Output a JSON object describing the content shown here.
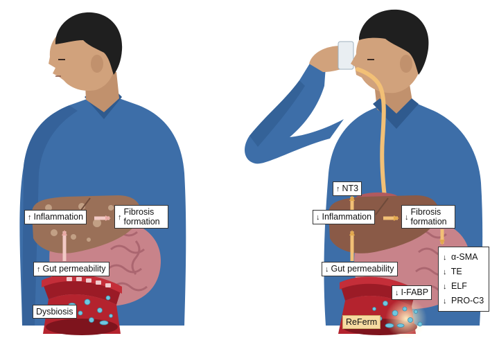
{
  "colors": {
    "skin": "#d1a27c",
    "skin_shade": "#b98a66",
    "hair": "#1f1f1f",
    "shirt": "#3d6ea8",
    "shirt_shade": "#2f5a8e",
    "liver": "#8a5a47",
    "liver_fibrotic": "#b9987f",
    "intestine": "#c8838a",
    "vessel": "#b4232e",
    "bacteria": "#6fc7e0",
    "arrow_left": "#f2c9c5",
    "arrow_right": "#f2c076",
    "drink_tube": "#f2c076",
    "referm_label": "#f7dba2"
  },
  "left_panel": {
    "inflammation": {
      "arrow": "↑",
      "text": "Inflammation"
    },
    "fibrosis": {
      "arrow": "↑",
      "line1": "Fibrosis",
      "line2": "formation"
    },
    "gut_permeability": {
      "arrow": "↑",
      "text": "Gut permeability"
    },
    "dysbiosis": {
      "text": "Dysbiosis"
    }
  },
  "right_panel": {
    "nt3": {
      "arrow": "↑",
      "text": "NT3"
    },
    "inflammation": {
      "arrow": "↓",
      "text": "Inflammation"
    },
    "fibrosis": {
      "arrow": "↓",
      "line1": "Fibrosis",
      "line2": "formation"
    },
    "gut_permeability": {
      "arrow": "↓",
      "text": "Gut permeability"
    },
    "ifabp": {
      "arrow": "↓",
      "text": "I-FABP"
    },
    "referm": {
      "text": "ReFerm"
    },
    "markers": [
      {
        "arrow": "↓",
        "text": "α-SMA"
      },
      {
        "arrow": "↓",
        "text": "TE"
      },
      {
        "arrow": "↓",
        "text": "ELF"
      },
      {
        "arrow": "↓",
        "text": "PRO-C3"
      }
    ]
  }
}
